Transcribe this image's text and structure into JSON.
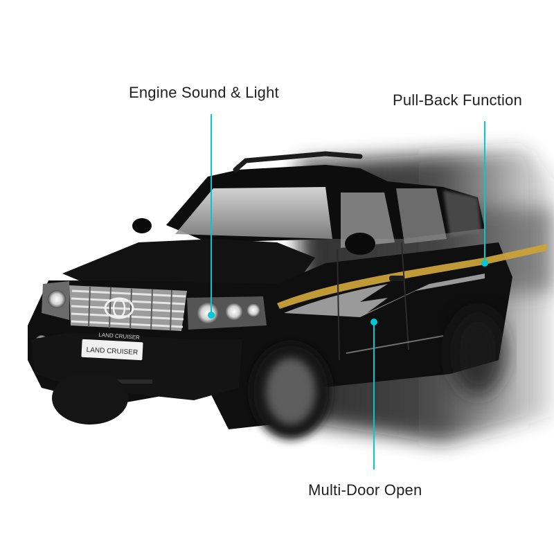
{
  "callouts": {
    "engine_sound_light": "Engine Sound & Light",
    "pull_back_function": "Pull-Back Function",
    "multi_door_open": "Multi-Door Open"
  },
  "plates": {
    "front_plate": "LAND CRUISER",
    "hood_badge": "LAND CRUISER"
  },
  "colors": {
    "callout_line": "#00c8d6",
    "car_body": "#101010",
    "stripe_gold": "#c9a23a"
  }
}
